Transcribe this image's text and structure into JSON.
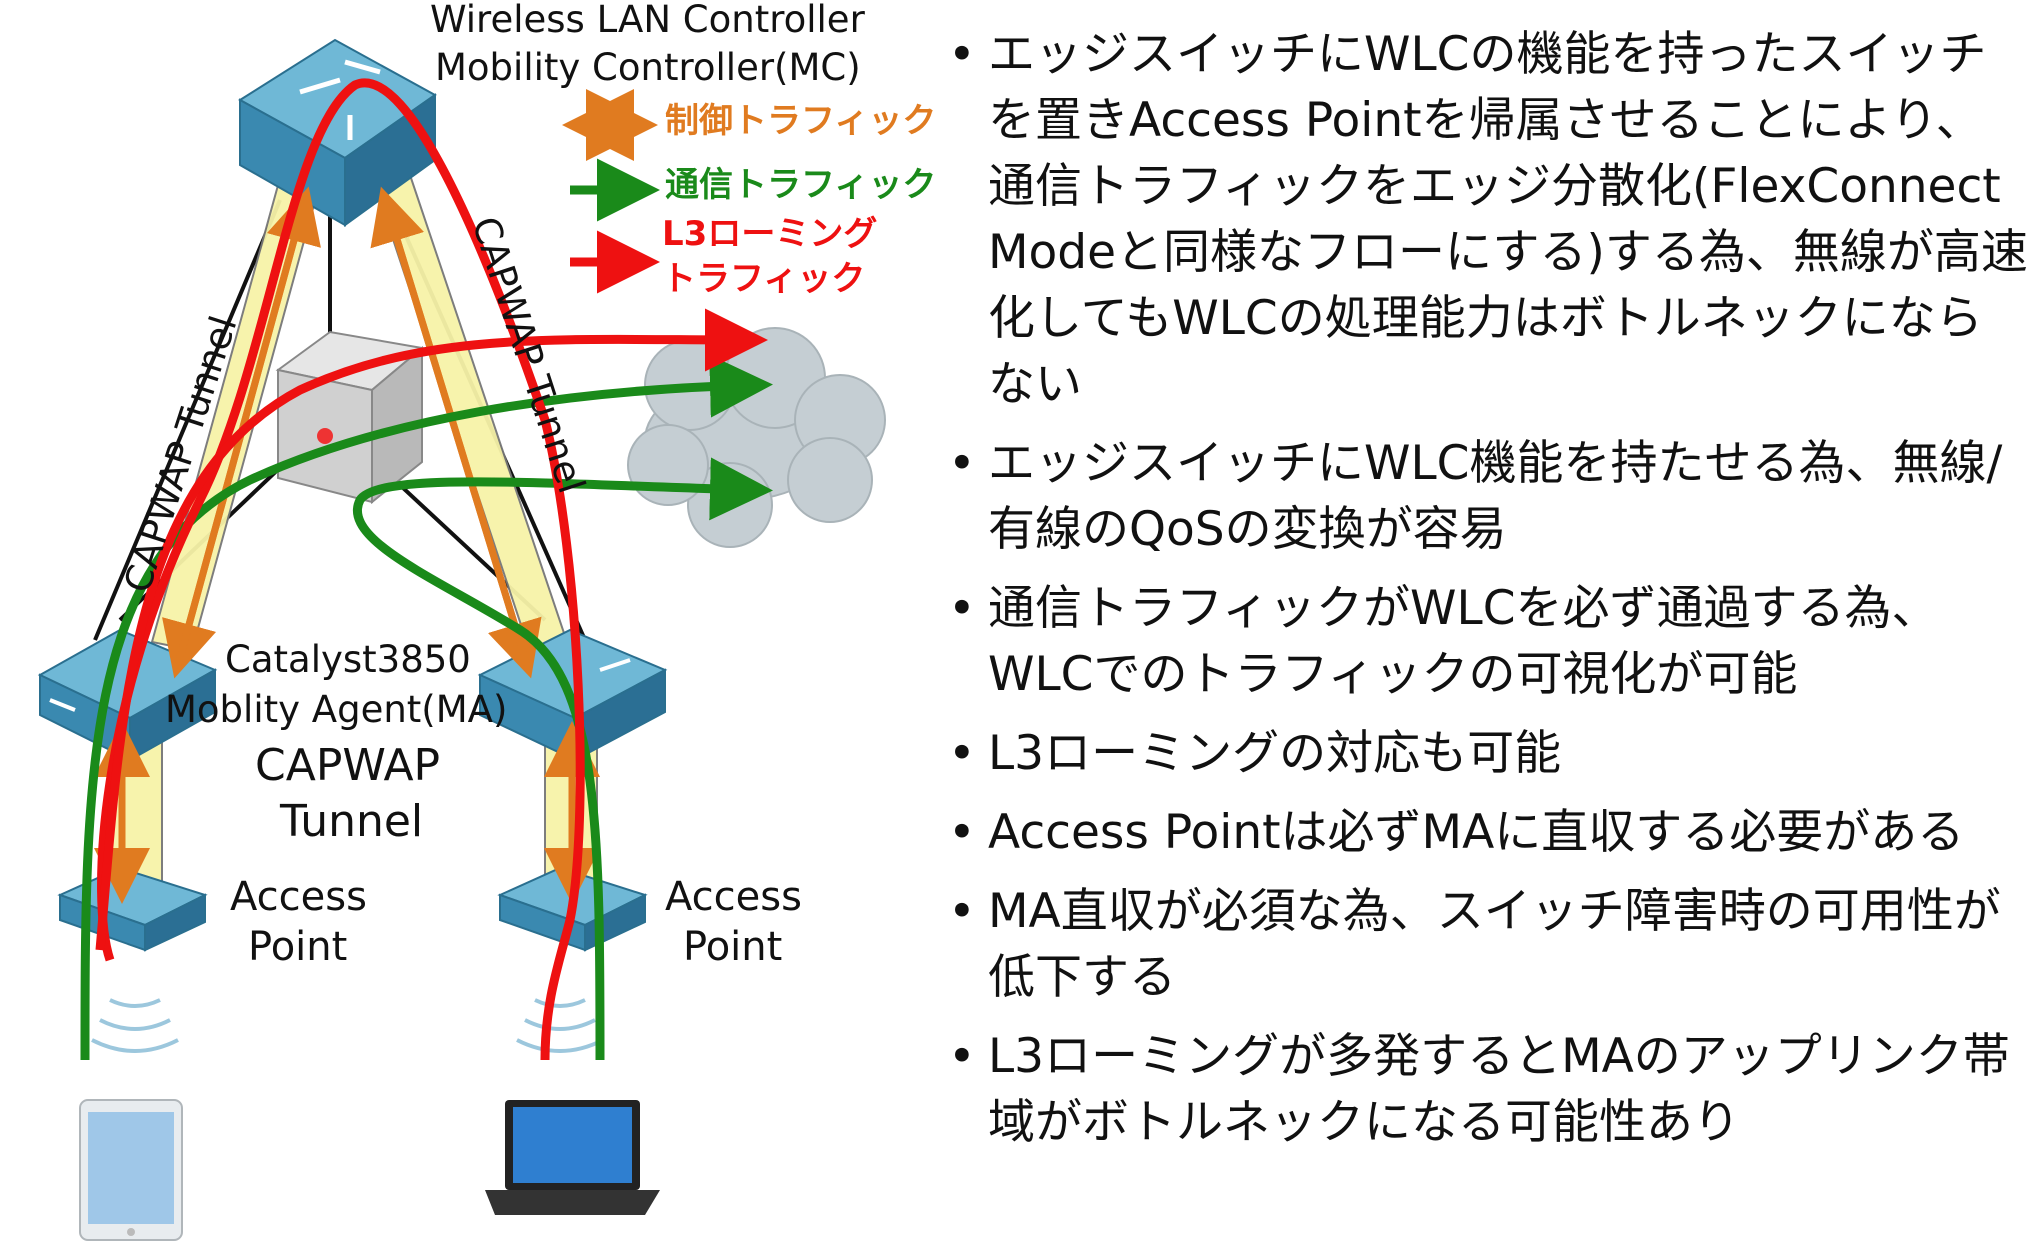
{
  "diagram": {
    "wlc_title_line1": "Wireless LAN Controller",
    "wlc_title_line2": "Mobility Controller(MC)",
    "legend": {
      "control": "制御トラフィック",
      "data": "通信トラフィック",
      "roam_line1": "L3ローミング",
      "roam_line2": "トラフィック",
      "colors": {
        "control": "#e07b20",
        "data": "#1a8a1a",
        "roam": "#ee1111"
      }
    },
    "tunnel_left": "CAPWAP Tunnel",
    "tunnel_right": "CAPWAP Tunnel",
    "ma_line1": "Catalyst3850",
    "ma_line2": "Moblity Agent(MA)",
    "center_tunnel_line1": "CAPWAP",
    "center_tunnel_line2": "Tunnel",
    "ap_left_line1": "Access",
    "ap_left_line2": "Point",
    "ap_right_line1": "Access",
    "ap_right_line2": "Point",
    "icons": [
      "switch-icon",
      "router-icon",
      "cloud-icon",
      "access-point-icon",
      "tablet-icon",
      "laptop-icon"
    ]
  },
  "bullets": [
    "エッジスイッチにWLCの機能を持ったスイッチを置きAccess Pointを帰属させることにより、通信トラフィックをエッジ分散化(FlexConnect Modeと同様なフローにする)する為、無線が高速化してもWLCの処理能力はボトルネックにならない",
    "エッジスイッチにWLC機能を持たせる為、無線/有線のQoSの変換が容易",
    "通信トラフィックがWLCを必ず通過する為、WLCでのトラフィックの可視化が可能",
    "L3ローミングの対応も可能",
    "Access Pointは必ずMAに直収する必要がある",
    "MA直収が必須な為、スイッチ障害時の可用性が低下する",
    "L3ローミングが多発するとMAのアップリンク帯域がボトルネックになる可能性あり"
  ]
}
